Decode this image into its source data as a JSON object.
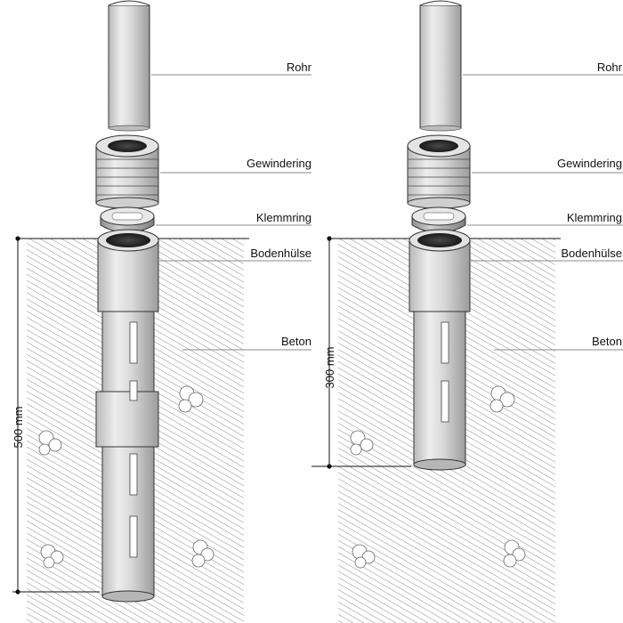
{
  "labels": {
    "rohr": "Rohr",
    "gewindering": "Gewindering",
    "klemmring": "Klemmring",
    "bodenhuelse": "Bodenhülse",
    "beton": "Beton"
  },
  "variants": [
    {
      "depth_label": "500 mm"
    },
    {
      "depth_label": "300 mm"
    }
  ]
}
